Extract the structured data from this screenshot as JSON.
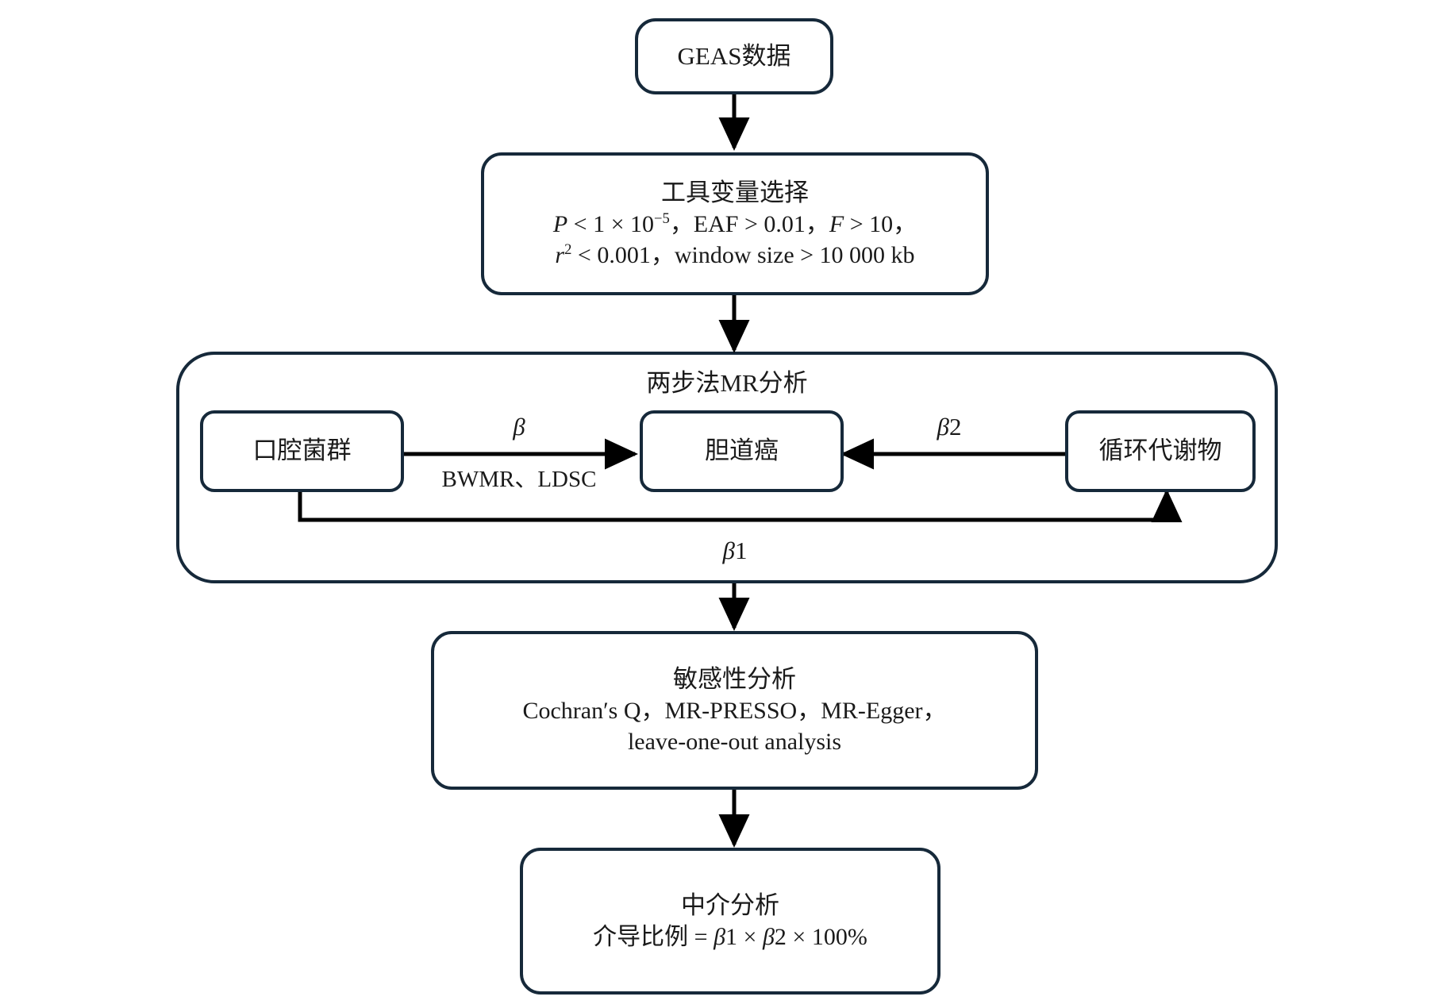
{
  "diagram": {
    "title": "Two-step Mendelian randomization analysis flowchart",
    "stroke_color": "#16293a",
    "background": "#ffffff",
    "arrow_color": "#000000"
  },
  "nodes": {
    "gwas_data": {
      "label": "GEAS数据"
    },
    "instrument_selection": {
      "title": "工具变量选择",
      "line1_a": "P",
      "line1_b": " < 1 × 10",
      "line1_sup": "−5",
      "line1_c": "，EAF > 0.01，",
      "line1_d": "F",
      "line1_e": " > 10，",
      "line2_a": "r",
      "line2_sup": "2",
      "line2_b": " < 0.001，window size > 10 000 kb"
    },
    "mr_group": {
      "title": "两步法MR分析"
    },
    "oral_microbiome": {
      "label": "口腔菌群"
    },
    "biliary_tract_cancer": {
      "label": "胆道癌"
    },
    "circulating_metabolites": {
      "label": "循环代谢物"
    },
    "sensitivity_analysis": {
      "title": "敏感性分析",
      "line1": "Cochran′s Q，MR-PRESSO，MR-Egger，",
      "line2": "leave-one-out analysis"
    },
    "mediation_analysis": {
      "title": "中介分析",
      "formula_label": "介导比例 = ",
      "formula_beta1": "β",
      "formula_beta1_num": "1",
      "formula_mid": " × ",
      "formula_beta2": "β",
      "formula_beta2_num": "2",
      "formula_tail": " × 100%"
    }
  },
  "edges": {
    "beta_top": {
      "symbol": "β"
    },
    "beta_methods": {
      "label": "BWMR、LDSC"
    },
    "beta2": {
      "symbol": "β",
      "suffix": "2"
    },
    "beta1": {
      "symbol": "β",
      "suffix": "1"
    }
  }
}
